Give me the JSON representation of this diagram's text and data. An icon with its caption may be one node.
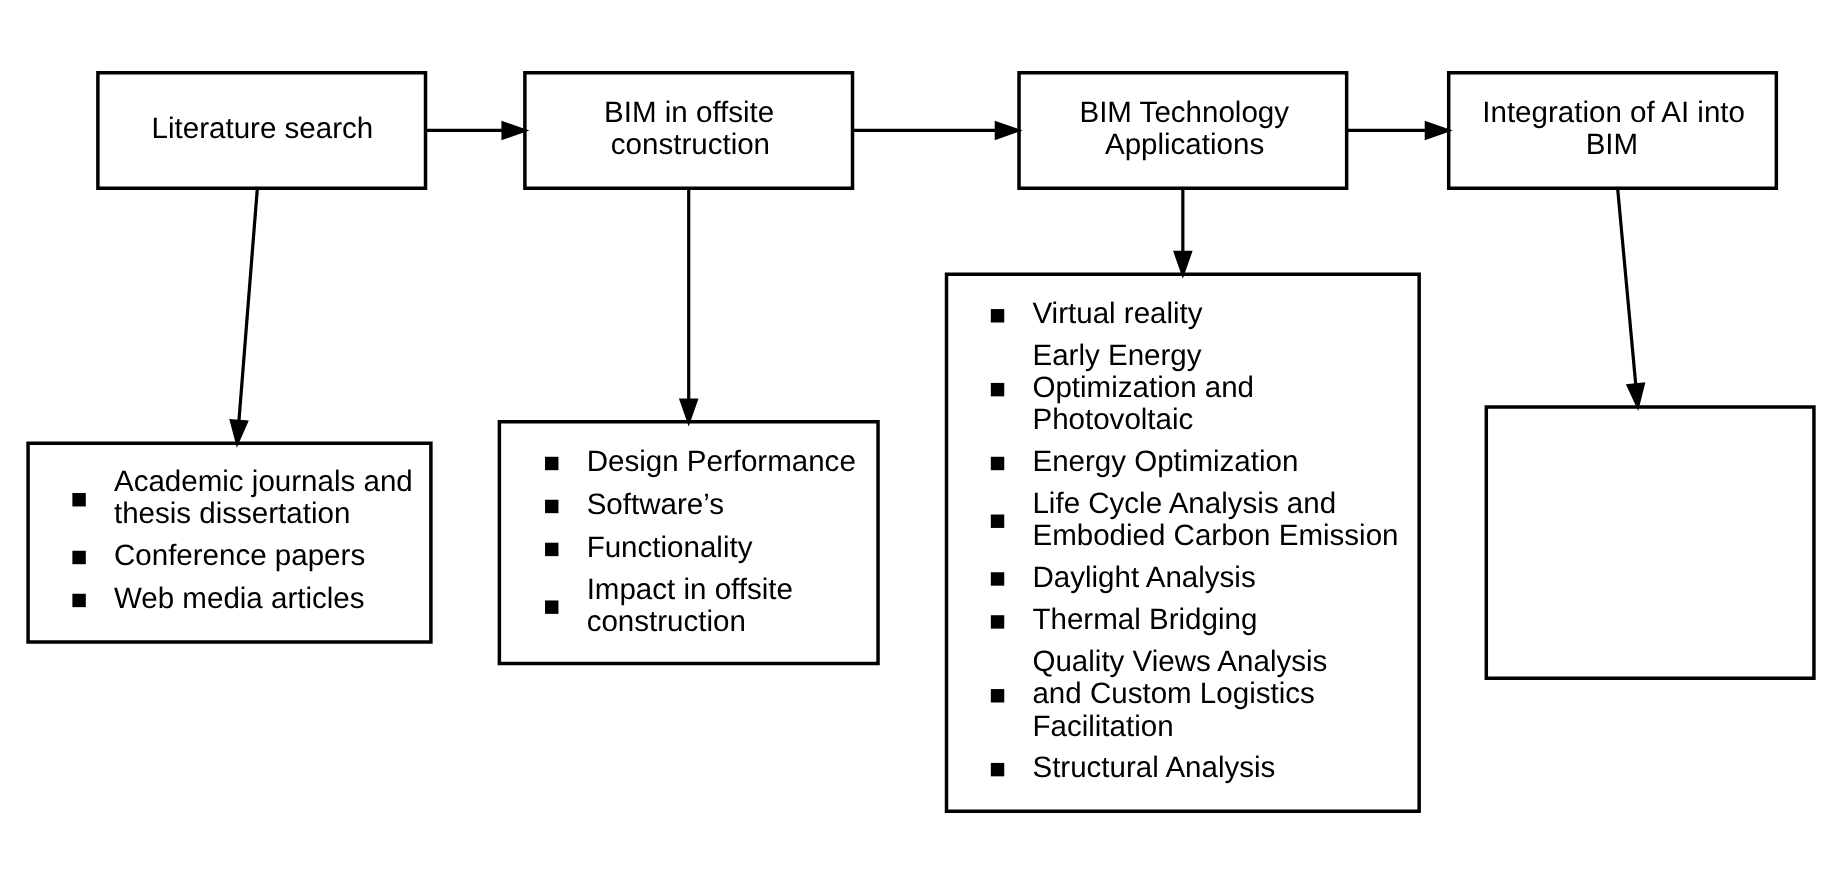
{
  "diagram": {
    "nodes": [
      {
        "text": [
          "Literature search"
        ]
      },
      {
        "text": [
          "BIM in offsite construction"
        ]
      },
      {
        "text": [
          "BIM Technology Applications"
        ]
      },
      {
        "text": [
          "Integration of AI into BIM"
        ]
      },
      {
        "text": [
          "Academic journals and thesis dissertation",
          "Conference papers",
          "Web media articles"
        ]
      },
      {
        "text": [
          "Design Performance",
          "Software’s",
          "Functionality",
          "Impact in offsite construction"
        ]
      },
      {
        "text": [
          "Virtual reality",
          "Early Energy Optimization and Photovoltaic",
          "Energy Optimization",
          "Life Cycle Analysis and Embodied Carbon Emission",
          "Daylight Analysis",
          "Thermal Bridging",
          "Quality Views Analysis and Custom Logistics Facilitation",
          "Structural Analysis"
        ]
      },
      {
        "text": [],
        "shape": "box"
      }
    ],
    "edges": [
      {
        "from": 0,
        "to": 1,
        "arrow": "to"
      },
      {
        "from": 1,
        "to": 2,
        "arrow": "to"
      },
      {
        "from": 2,
        "to": 3,
        "arrow": "to"
      },
      {
        "from": 0,
        "to": 4,
        "arrow": "to"
      },
      {
        "from": 1,
        "to": 5,
        "arrow": "to"
      },
      {
        "from": 2,
        "to": 6,
        "arrow": "to"
      },
      {
        "from": 3,
        "to": 7,
        "arrow": "to"
      }
    ]
  }
}
